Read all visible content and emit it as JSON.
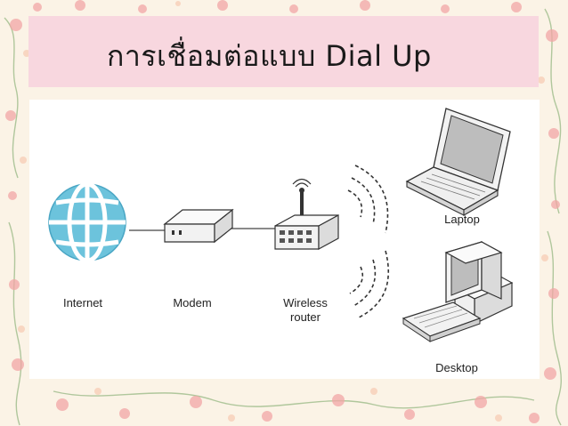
{
  "slide": {
    "title": "การเชื่อมต่อแบบ Dial Up"
  },
  "diagram": {
    "nodes": [
      {
        "id": "internet",
        "label": "Internet",
        "icon": "globe-icon"
      },
      {
        "id": "modem",
        "label": "Modem",
        "icon": "modem-icon"
      },
      {
        "id": "wireless-router",
        "label": "Wireless router",
        "icon": "wireless-router-icon"
      },
      {
        "id": "laptop",
        "label": "Laptop",
        "icon": "laptop-icon"
      },
      {
        "id": "desktop",
        "label": "Desktop",
        "icon": "desktop-computer-icon"
      }
    ],
    "labels": {
      "internet": "Internet",
      "modem": "Modem",
      "router_line1": "Wireless",
      "router_line2": "router",
      "laptop": "Laptop",
      "desktop": "Desktop"
    },
    "connections": [
      {
        "from": "internet",
        "to": "modem",
        "kind": "wired"
      },
      {
        "from": "modem",
        "to": "wireless-router",
        "kind": "wired"
      },
      {
        "from": "wireless-router",
        "to": "laptop",
        "kind": "wireless"
      },
      {
        "from": "wireless-router",
        "to": "desktop",
        "kind": "wireless"
      }
    ]
  },
  "colors": {
    "background": "#fbf3e6",
    "title_band": "#f8d7df",
    "globe": "#6cc3dc",
    "device_body": "#f2f2f2",
    "device_outline": "#333333"
  }
}
